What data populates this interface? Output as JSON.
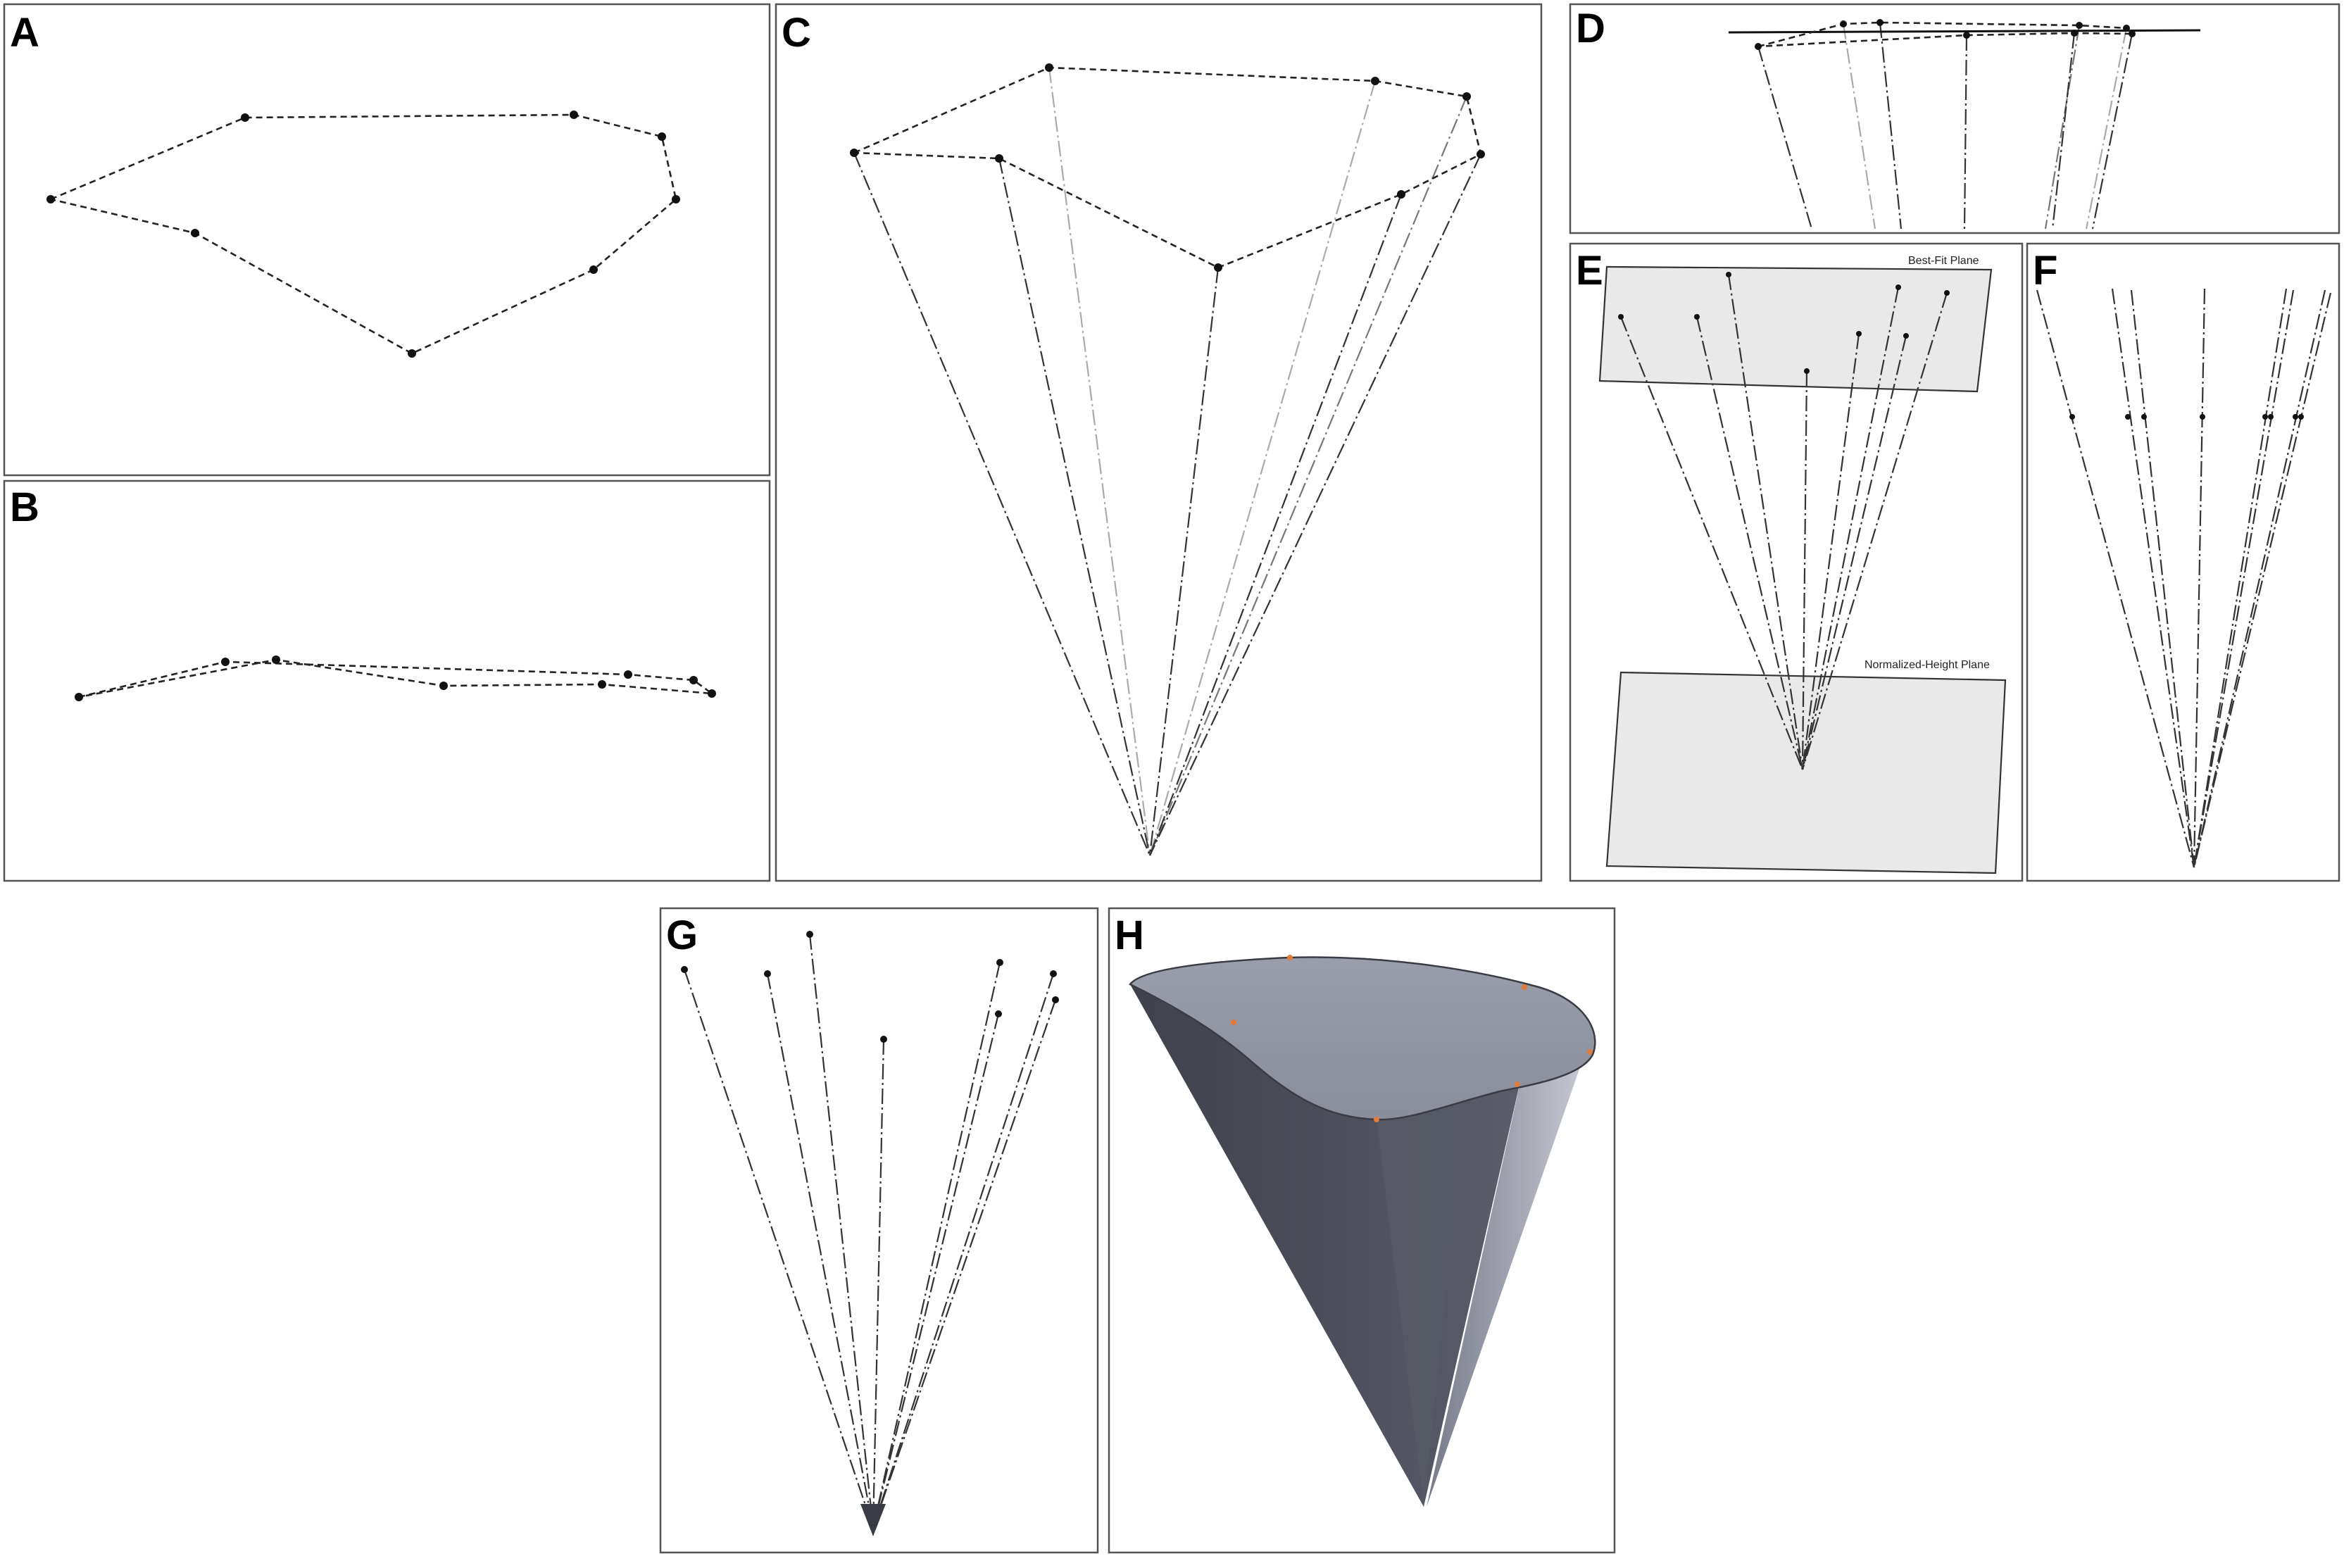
{
  "panels": {
    "a": {
      "label": "A"
    },
    "b": {
      "label": "B"
    },
    "c": {
      "label": "C"
    },
    "d": {
      "label": "D"
    },
    "e": {
      "label": "E",
      "best_fit_plane": "Best-Fit Plane",
      "normalized_plane": "Normalized-Height Plane"
    },
    "f": {
      "label": "F"
    },
    "g": {
      "label": "G"
    },
    "h": {
      "label": "H"
    }
  },
  "colors": {
    "frame": "#555555",
    "solid_top": "#8f93a0",
    "solid_side_dark": "#484a56",
    "solid_side_light": "#5a5d6a",
    "landmark_marker": "#e07a3a"
  }
}
